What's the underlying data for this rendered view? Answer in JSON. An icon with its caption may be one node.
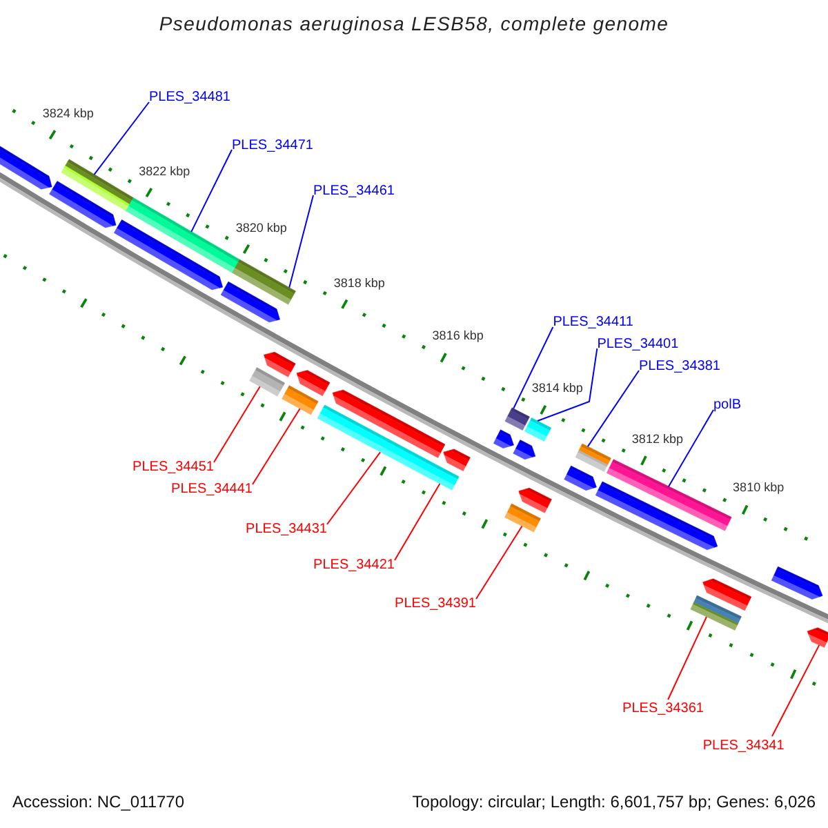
{
  "diagram": {
    "title": "Pseudomonas aeruginosa LESB58, complete genome",
    "nodes": [
      {
        "text": [
          "PLES_34481"
        ]
      },
      {
        "text": [
          "PLES_34471"
        ]
      },
      {
        "text": [
          "PLES_34461"
        ]
      },
      {
        "text": [
          "PLES_34411"
        ]
      },
      {
        "text": [
          "PLES_34401"
        ]
      },
      {
        "text": [
          "PLES_34381"
        ]
      },
      {
        "text": [
          "polB"
        ]
      },
      {
        "text": [
          "PLES_34451"
        ]
      },
      {
        "text": [
          "PLES_34441"
        ]
      },
      {
        "text": [
          "PLES_34431"
        ]
      },
      {
        "text": [
          "PLES_34421"
        ]
      },
      {
        "text": [
          "PLES_34391"
        ]
      },
      {
        "text": [
          "PLES_34361"
        ]
      },
      {
        "text": [
          "PLES_34341"
        ]
      },
      {
        "text": [],
        "shape": "bar"
      },
      {
        "text": [],
        "shape": "bar"
      },
      {
        "text": [],
        "shape": "bar"
      },
      {
        "text": [],
        "shape": "bar"
      },
      {
        "text": [],
        "shape": "bar"
      },
      {
        "text": [],
        "shape": "bar"
      },
      {
        "text": [],
        "shape": "bar"
      },
      {
        "text": [],
        "shape": "bar"
      },
      {
        "text": [],
        "shape": "bar"
      },
      {
        "text": [],
        "shape": "bar"
      },
      {
        "text": [],
        "shape": "bar"
      },
      {
        "text": [],
        "shape": "bar"
      },
      {
        "text": [],
        "shape": "bar"
      },
      {
        "text": [],
        "shape": "bar"
      },
      {
        "text": [],
        "shape": "bar"
      },
      {
        "text": [],
        "shape": "bar"
      },
      {
        "text": [],
        "shape": "bar"
      },
      {
        "text": [],
        "shape": "bar"
      },
      {
        "text": [],
        "shape": "bar"
      },
      {
        "text": [],
        "shape": "bar"
      },
      {
        "text": [],
        "shape": "bar"
      },
      {
        "text": [],
        "shape": "bar"
      },
      {
        "text": [],
        "shape": "bar"
      },
      {
        "text": [],
        "shape": "bar"
      },
      {
        "text": [],
        "shape": "bar"
      },
      {
        "text": [],
        "shape": "bar"
      },
      {
        "text": [],
        "shape": "bar"
      },
      {
        "text": [],
        "shape": "bar"
      },
      {
        "text": [],
        "shape": "bar"
      }
    ],
    "edges": [
      {
        "from": 0,
        "to": 15,
        "arrow": "none"
      },
      {
        "from": 1,
        "to": 17,
        "arrow": "none"
      },
      {
        "from": 2,
        "to": 19,
        "arrow": "none"
      },
      {
        "from": 3,
        "to": 29,
        "arrow": "none"
      },
      {
        "from": 4,
        "to": 31,
        "arrow": "none"
      },
      {
        "from": 5,
        "to": 35,
        "arrow": "none"
      },
      {
        "from": 6,
        "to": 37,
        "arrow": "none"
      },
      {
        "from": 7,
        "to": 22,
        "arrow": "none",
        "color": "#ff0000"
      },
      {
        "from": 8,
        "to": 23,
        "arrow": "none",
        "color": "#ff0000"
      },
      {
        "from": 9,
        "to": 25,
        "arrow": "none",
        "color": "#ff0000"
      },
      {
        "from": 10,
        "to": 27,
        "arrow": "none",
        "color": "#ff0000"
      },
      {
        "from": 11,
        "to": 33,
        "arrow": "none",
        "color": "#ff0000"
      },
      {
        "from": 12,
        "to": 40,
        "arrow": "none",
        "color": "#ff0000"
      },
      {
        "from": 13,
        "to": 42,
        "arrow": "none",
        "color": "#ff0000"
      }
    ],
    "labels": [
      "3824 kbp",
      "3822 kbp",
      "3820 kbp",
      "3818 kbp",
      "3816 kbp",
      "3814 kbp",
      "3812 kbp",
      "3810 kbp",
      "Accession: NC_011770",
      "Topology: circular; Length: 6,601,757 bp; Genes: 6,026"
    ]
  }
}
